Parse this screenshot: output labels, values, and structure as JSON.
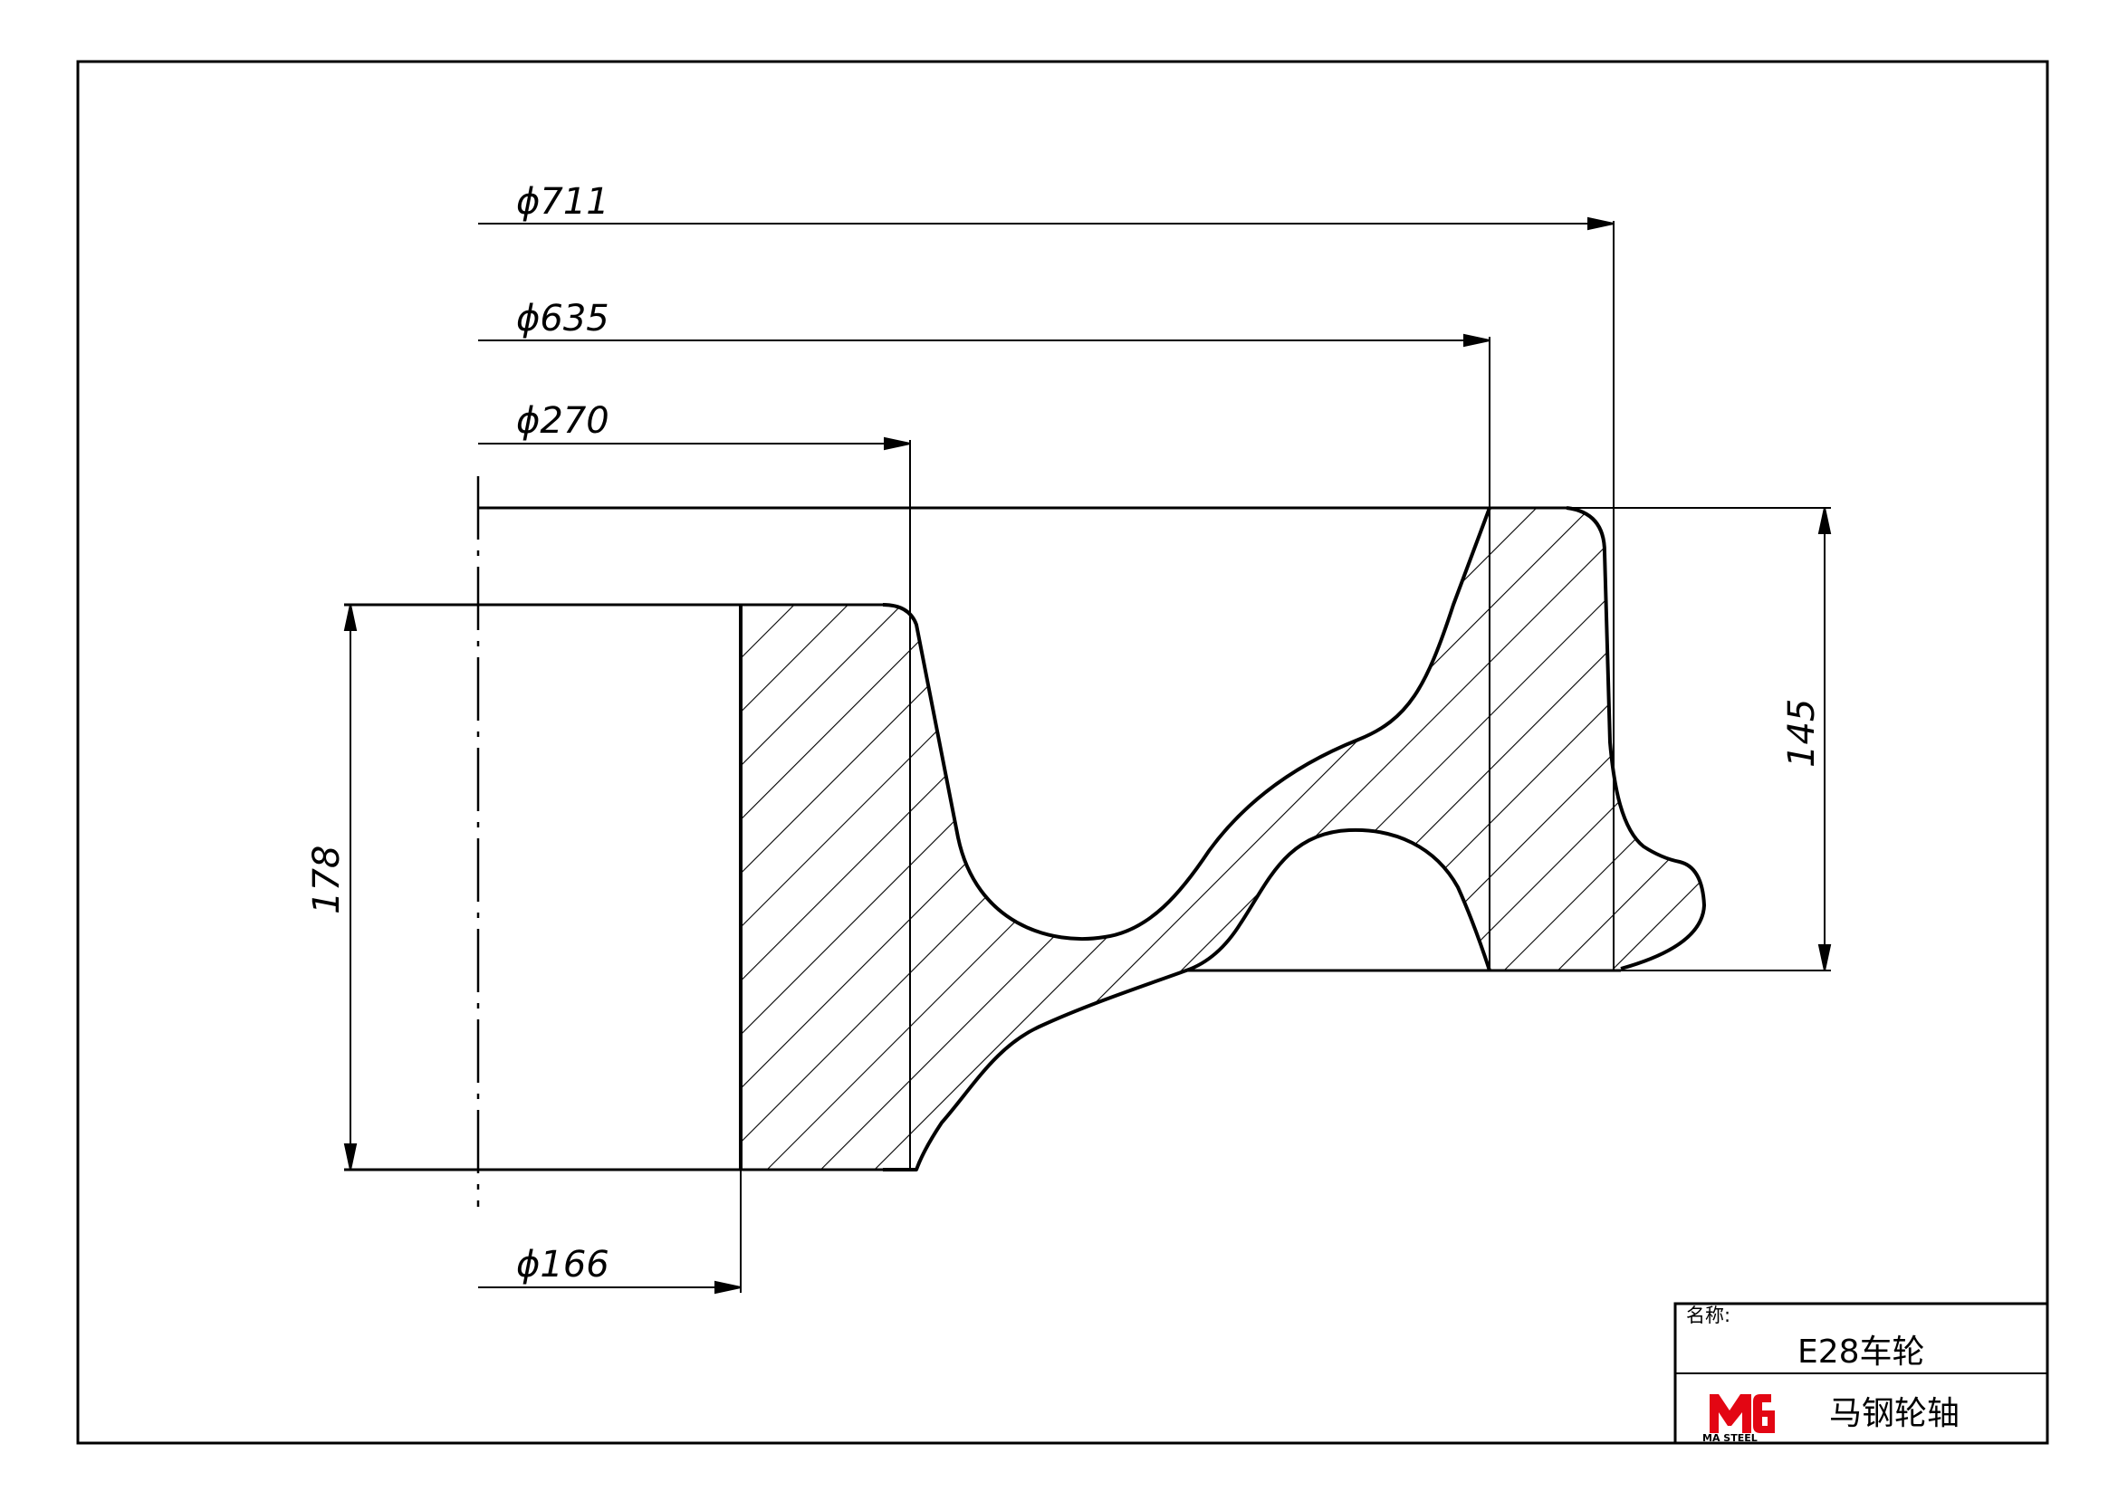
{
  "drawing": {
    "dimensions": {
      "d711": "ϕ711",
      "d635": "ϕ635",
      "d270": "ϕ270",
      "d166": "ϕ166",
      "h178": "178",
      "h145": "145"
    }
  },
  "title_block": {
    "name_label": "名称:",
    "part_name": "E28车轮",
    "company": "马钢轮轴",
    "logo_text": "MA STEEL"
  },
  "colors": {
    "ink": "#000000",
    "logo_red": "#e30613"
  }
}
